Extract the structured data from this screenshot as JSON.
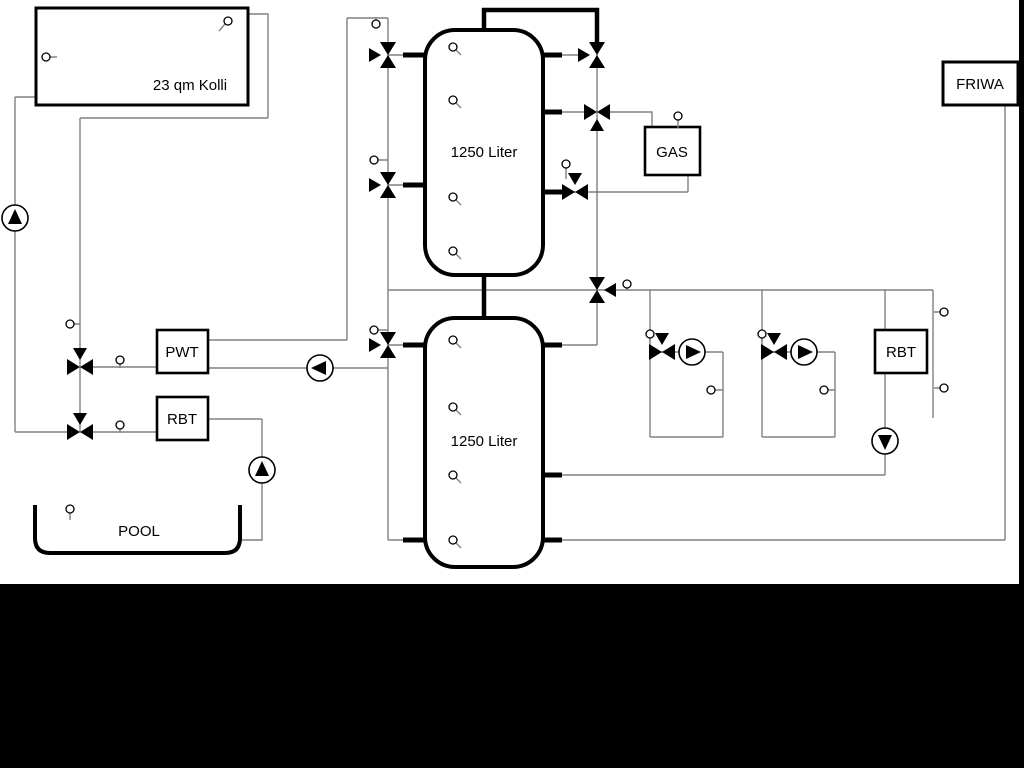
{
  "labels": {
    "collector": "23 qm Kolli",
    "tank_top": "1250 Liter",
    "tank_bottom": "1250 Liter",
    "gas": "GAS",
    "friwa": "FRIWA",
    "pwt": "PWT",
    "rbt_left": "RBT",
    "rbt_right": "RBT",
    "pool": "POOL"
  },
  "colors": {
    "pipe": "#808080",
    "outline": "#000000",
    "background": "#ffffff",
    "mask": "#000000"
  }
}
